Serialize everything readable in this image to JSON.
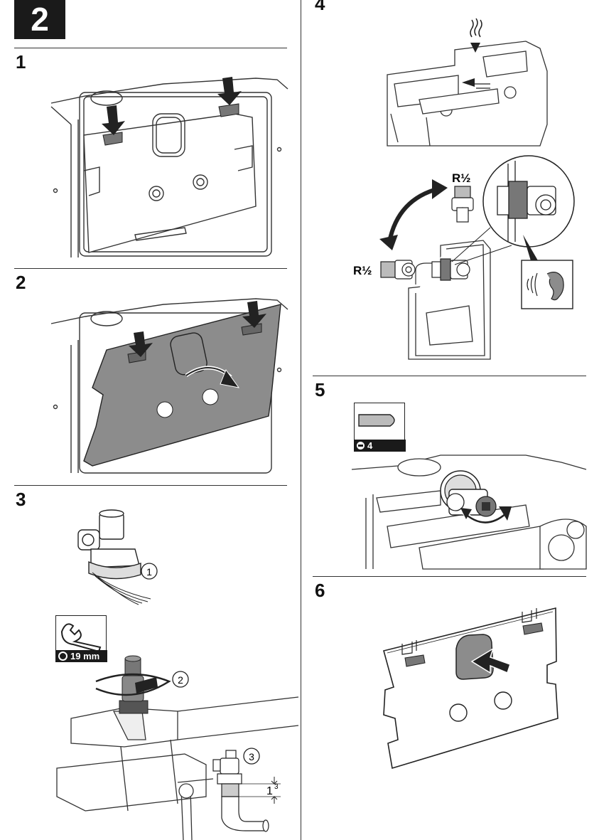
{
  "page": {
    "chapter_number": "2"
  },
  "steps": [
    {
      "number": "1"
    },
    {
      "number": "2"
    },
    {
      "number": "3",
      "callouts": [
        "1",
        "2",
        "3"
      ],
      "tool_label": "19 mm",
      "dimension_label": "1",
      "dimension_superscript": "3"
    },
    {
      "number": "4",
      "thread_label_top": "R½",
      "thread_label_left": "R½"
    },
    {
      "number": "5",
      "tool_label": "4"
    },
    {
      "number": "6"
    }
  ],
  "icons": [
    "wrench-icon",
    "screwdriver-icon",
    "ear-icon",
    "heat-wave-icon",
    "rotation-arrow-icon"
  ],
  "colors": {
    "badge": "#1a1a1a",
    "plate": "#8c8c8c",
    "line": "#333333"
  }
}
